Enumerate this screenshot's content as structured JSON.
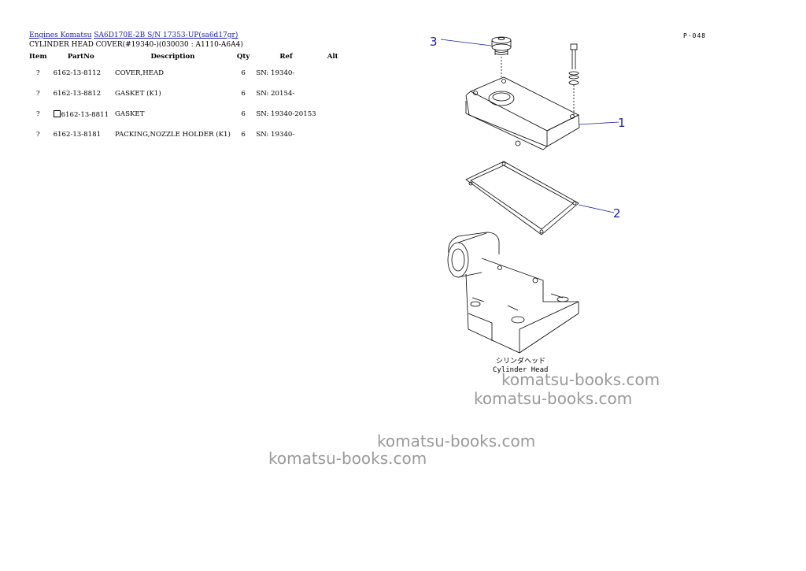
{
  "breadcrumb": {
    "link1": "Engines Komatsu",
    "link2": "SA6D170E-2B S/N 17353-UP(sa6d17gr)"
  },
  "page_title": "CYLINDER HEAD COVER(#19340-)(030030 : A1110-A6A4)",
  "page_number": "P·048",
  "table": {
    "headers": [
      "Item",
      "PartNo",
      "Description",
      "Qty",
      "Ref",
      "Alt"
    ],
    "rows": [
      {
        "item": "?",
        "part_no": "6162-13-8112",
        "description": "COVER,HEAD",
        "qty": "6",
        "ref": "SN: 19340-",
        "alt": ""
      },
      {
        "item": "?",
        "part_no": "6162-13-8812",
        "description": "GASKET (K1)",
        "qty": "6",
        "ref": "SN: 20154-",
        "alt": ""
      },
      {
        "item": "?",
        "part_no": "6162-13-8811",
        "description": "GASKET",
        "qty": "6",
        "ref": "SN: 19340-20153",
        "alt": ""
      },
      {
        "item": "?",
        "part_no": "6162-13-8181",
        "description": "PACKING,NOZZLE HOLDER (K1)",
        "qty": "6",
        "ref": "SN: 19340-",
        "alt": ""
      }
    ]
  },
  "diagram": {
    "callouts": [
      "1",
      "2",
      "3"
    ],
    "label_jp": "シリンダヘッド",
    "label_en": "Cylinder Head"
  },
  "watermark": "komatsu-books.com",
  "colors": {
    "link": "#1a1ab0",
    "callout": "#1a1ab0",
    "watermark": "#9a9a9a"
  }
}
